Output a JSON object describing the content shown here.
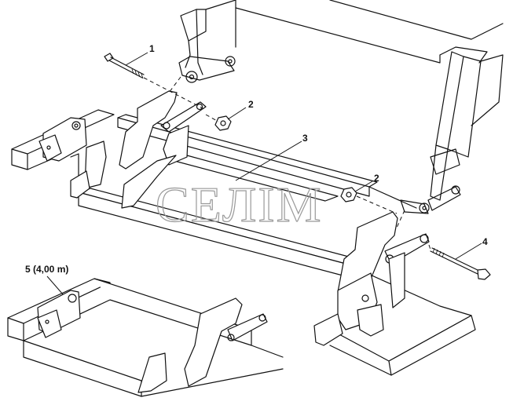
{
  "callouts": {
    "c1": "1",
    "c2a": "2",
    "c2b": "2",
    "c3": "3",
    "c4": "4",
    "c5": "5 (4,00 m)"
  },
  "watermark": "СЕЛІМ"
}
